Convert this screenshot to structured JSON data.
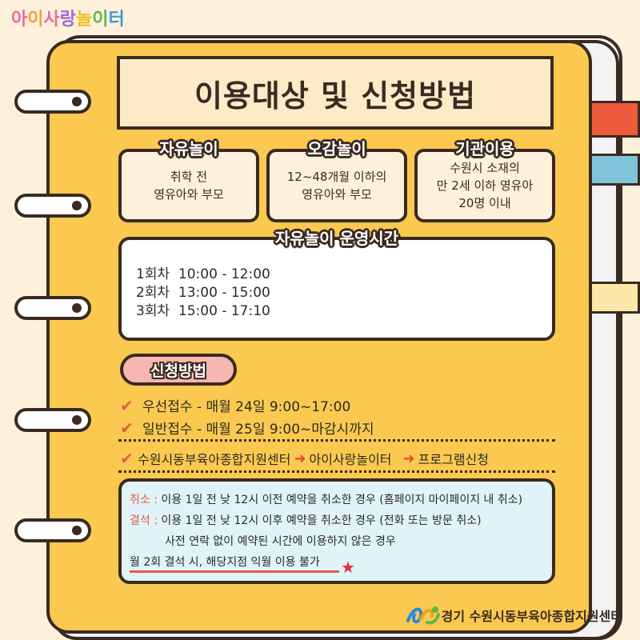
{
  "logo": {
    "text": "아이사랑 놀이터",
    "chars": [
      "아",
      "이",
      "사",
      "랑",
      " ",
      "놀",
      "이",
      "터"
    ]
  },
  "colors": {
    "cover": "#fbc94f",
    "outline": "#3a2a22",
    "accent_red": "#e8584a",
    "info_bg": "#dff3f8",
    "pill": "#f8b6b0"
  },
  "title": "이용대상 및 신청방법",
  "targets": [
    {
      "label": "자유놀이",
      "lines": [
        "취학 전",
        "영유아와 부모"
      ]
    },
    {
      "label": "오감놀이",
      "lines": [
        "12~48개월 이하의",
        "영유아와 부모"
      ]
    },
    {
      "label": "기관이용",
      "lines": [
        "수원시 소재의",
        "만 2세 이하 영유아",
        "20명 이내"
      ]
    }
  ],
  "hours": {
    "label": "자유놀이 운영시간",
    "rows": [
      {
        "session": "1회차",
        "time": "10:00 - 12:00"
      },
      {
        "session": "2회차",
        "time": "13:00 - 15:00"
      },
      {
        "session": "3회차",
        "time": "15:00 - 17:10"
      }
    ]
  },
  "apply": {
    "label": "신청방법",
    "items": [
      "우선접수 - 매월 24일 9:00~17:00",
      "일반접수 - 매월 25일 9:00~마감시까지"
    ],
    "path": [
      "수원시동부육아종합지원센터",
      "아이사랑놀이터",
      "프로그램신청"
    ]
  },
  "notice": {
    "cancel_label": "취소 :",
    "cancel_text": "이용 1일 전 낮 12시 이전 예약을 취소한 경우 (홈페이지 마이페이지 내 취소)",
    "absent_label": "결석 :",
    "absent_text1": "이용 1일 전 낮 12시 이후 예약을 취소한 경우 (전화 또는 방문 취소)",
    "absent_text2": "사전 연락 없이 예약된 시간에 이용하지 않은 경우",
    "warning": "월 2회 결석 시, 해당지점 익월 이용 불가"
  },
  "footer": {
    "org": "경기 수원시동부육아종합지원센터"
  }
}
